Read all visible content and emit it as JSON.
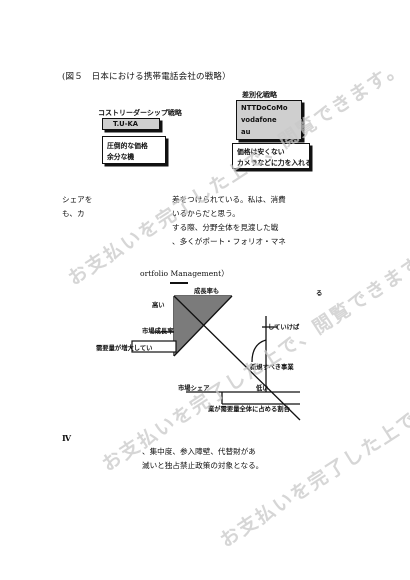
{
  "figure_caption": "(図５　日本における携帯電話会社の戦略）",
  "left_strategy": {
    "title": "コストリーダーシップ戦略",
    "company": "T.U-KA",
    "note_line1": "圧倒的な価格",
    "note_line2": "余分な機"
  },
  "right_strategy": {
    "title": "差別化戦略",
    "companies": [
      "NTTDoCoMo",
      "vodafone",
      "au"
    ],
    "note_line1": "価格は安くない",
    "note_line2": "カメラなどに力を入れる"
  },
  "paragraph": [
    "シェアを",
    "差をつけられている。私は、消費",
    "も、カ",
    "いるからだと思う。",
    "する際、分野全体を見渡した戦",
    "、多くがポート・フォリオ・マネ"
  ],
  "ppm_title": "ortfolio Management）",
  "ppm_labels": {
    "high": "高い",
    "growth_rate": "市場成長率",
    "demand_growing": "需要量が増大してい",
    "growth_top": "成長率も",
    "top_right_suffix": "る",
    "decreasing": "していけば",
    "new_business": "新規すべき事業",
    "market_share": "市場シェア",
    "low": "低い",
    "bottom": "業が需要量全体に占める割合"
  },
  "section_iv": "Ⅳ",
  "bottom_text": [
    "、集中度、参入障壁、代替財があ",
    "滅いと独占禁止政策の対象となる。"
  ],
  "watermark": "お支払いを完了した上で、閲覧できます。"
}
